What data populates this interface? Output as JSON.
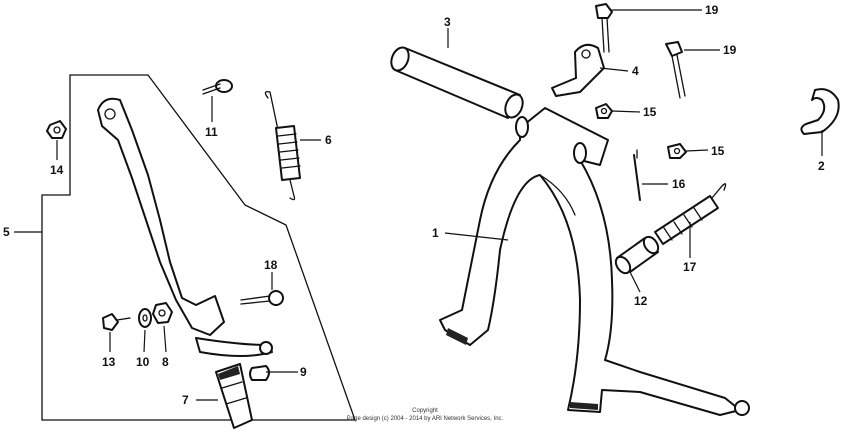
{
  "callouts": [
    "1",
    "2",
    "3",
    "4",
    "5",
    "6",
    "7",
    "8",
    "9",
    "10",
    "11",
    "12",
    "13",
    "14",
    "15",
    "15",
    "16",
    "17",
    "18",
    "19",
    "19"
  ],
  "copyright": {
    "line1": "Copyright",
    "line2": "Page design (c) 2004 - 2014 by ARI Network Services, Inc."
  },
  "colors": {
    "ink": "#111111",
    "background": "#ffffff"
  }
}
